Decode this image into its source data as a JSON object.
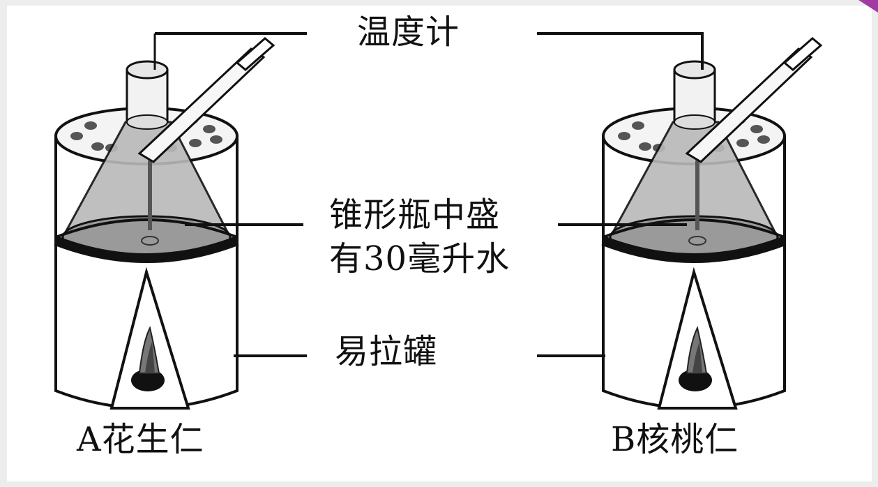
{
  "labels": {
    "thermometer": "温度计",
    "flask_line1": "锥形瓶中盛",
    "flask_line2": "有30毫升水",
    "can": "易拉罐",
    "sample_a": "A花生仁",
    "sample_b": "B核桃仁"
  },
  "colors": {
    "background": "#ededed",
    "panel": "#ffffff",
    "ink": "#111111",
    "water": "#9a9a9a",
    "accent_corner": "#a23aa6"
  }
}
